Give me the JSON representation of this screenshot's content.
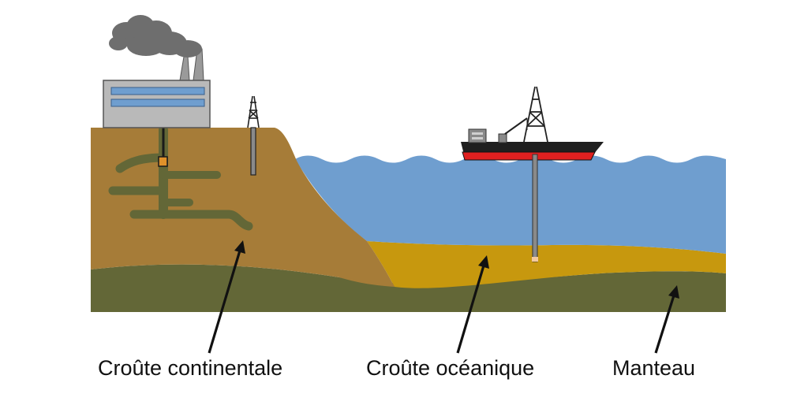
{
  "labels": {
    "continental_crust": "Croûte continentale",
    "oceanic_crust": "Croûte océanique",
    "mantle": "Manteau"
  },
  "colors": {
    "continental_crust": "#a67c38",
    "oceanic_crust": "#c7980e",
    "mantle": "#636737",
    "ocean": "#6f9ecf",
    "mine_tunnels": "#636737",
    "factory_wall": "#b9b9b9",
    "factory_windows": "#6f9ecf",
    "smoke": "#6e6e6e",
    "ship_hull": "#1f1f1f",
    "ship_stripe": "#e02020"
  },
  "icons": [
    "factory-icon",
    "smoke-icon",
    "oil-derrick-icon",
    "drilling-ship-icon",
    "mine-tunnel-icon"
  ]
}
